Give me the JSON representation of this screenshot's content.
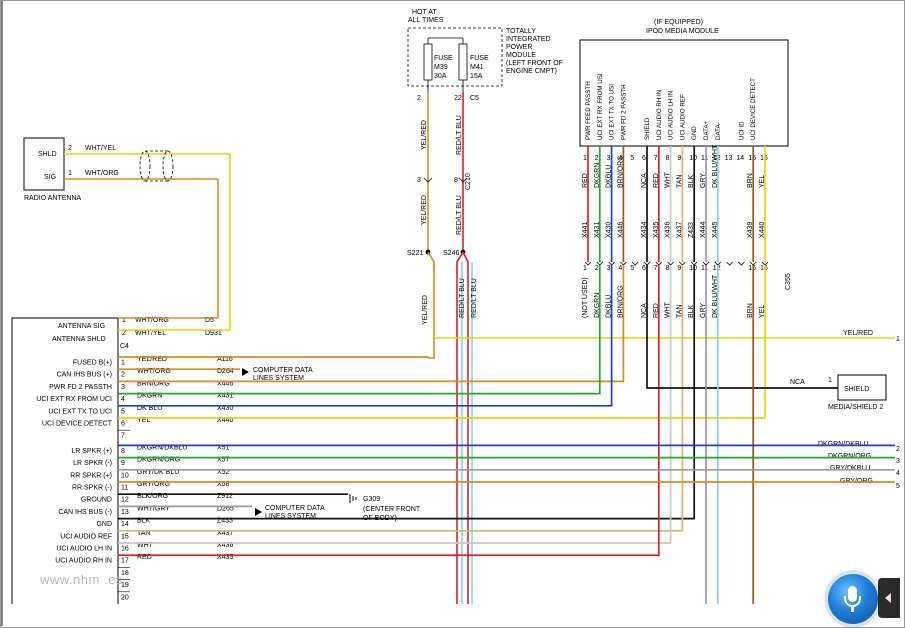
{
  "hotat": {
    "line1": "HOT AT",
    "line2": "ALL TIMES"
  },
  "tipm": {
    "title_lines": [
      "TOTALLY",
      "INTEGRATED",
      "POWER",
      "MODULE",
      "(LEFT FRONT OF",
      "ENGINE CMPT)"
    ],
    "fuse1": [
      "FUSE",
      "M39",
      "30A"
    ],
    "fuse2": [
      "FUSE",
      "M41",
      "15A"
    ],
    "pin1": "2",
    "pin2": "22",
    "conn": "C5"
  },
  "c210": {
    "pin1": "3",
    "pin2": "8",
    "label": "C210"
  },
  "splices": {
    "s1": "S221",
    "s2": "S246"
  },
  "vertical_labels": {
    "upper_left": "YEL/RED",
    "upper_right": "RED/LT BLU",
    "mid_left": "YEL/RED",
    "mid_right": "RED/LT BLU",
    "lower_left": "YEL/RED",
    "lower_right_a": "RED/LT BLU",
    "lower_right_b": "RED/LT BLU"
  },
  "antenna": {
    "shld": "SHLD",
    "sig": "SIG",
    "pin2": "2",
    "pin1": "1",
    "wire_top": "WHT/YEL",
    "wire_bottom": "WHT/ORG",
    "label": "RADIO ANTENNA"
  },
  "ipod": {
    "header1": "(IF EQUIPPED)",
    "header2": "IPOD MEDIA MODULE",
    "pins": [
      {
        "num": "1",
        "func": "PWR FEED PASSTH",
        "wire": "RED",
        "circuit": "X441",
        "pin_b": "1",
        "low_label": "(NOT USED)"
      },
      {
        "num": "2",
        "func": "UCI EXT RX FROM USI",
        "wire": "DKGRN",
        "circuit": "X431",
        "pin_b": "2",
        "low_label": "DKGRN"
      },
      {
        "num": "3",
        "func": "UCI EXT TX TO USI",
        "wire": "DKBLU",
        "circuit": "X430",
        "pin_b": "3",
        "low_label": "DKBLU"
      },
      {
        "num": "4",
        "func": "PWR FD 2 PASSTH",
        "wire": "BRN/ORG",
        "circuit": "X446",
        "pin_b": "4",
        "low_label": "BRN/ORG"
      },
      {
        "num": "5",
        "func": "",
        "wire": "",
        "circuit": "",
        "pin_b": "5",
        "low_label": ""
      },
      {
        "num": "6",
        "func": "SHIELD",
        "wire": "NCA",
        "circuit": "X434",
        "pin_b": "6",
        "low_label": "NCA"
      },
      {
        "num": "7",
        "func": "UCI AUDIO RH IN",
        "wire": "RED",
        "circuit": "X435",
        "pin_b": "7",
        "low_label": "RED"
      },
      {
        "num": "8",
        "func": "UCI AUDIO LH IN",
        "wire": "WHT",
        "circuit": "X436",
        "pin_b": "8",
        "low_label": "WHT"
      },
      {
        "num": "9",
        "func": "UCI AUDIO REF",
        "wire": "TAN",
        "circuit": "X437",
        "pin_b": "9",
        "low_label": "TAN"
      },
      {
        "num": "10",
        "func": "GND",
        "wire": "BLK",
        "circuit": "Z433",
        "pin_b": "10",
        "low_label": "BLK"
      },
      {
        "num": "11",
        "func": "DATA+",
        "wire": "GRY",
        "circuit": "X444",
        "pin_b": "11",
        "low_label": "GRY"
      },
      {
        "num": "12",
        "func": "DATA-",
        "wire": "DK BLU/WHT",
        "circuit": "X445",
        "pin_b": "12",
        "low_label": "DK BLU/WHT"
      },
      {
        "num": "13",
        "func": "",
        "wire": "",
        "circuit": "",
        "pin_b": "",
        "low_label": ""
      },
      {
        "num": "14",
        "func": "UCI ID",
        "wire": "",
        "circuit": "",
        "pin_b": "",
        "low_label": ""
      },
      {
        "num": "15",
        "func": "UCI DEVICE DETECT",
        "wire": "BRN",
        "circuit": "X439",
        "pin_b": "15",
        "low_label": "BRN"
      },
      {
        "num": "16",
        "func": "",
        "wire": "YEL",
        "circuit": "X440",
        "pin_b": "16",
        "low_label": "YEL"
      }
    ],
    "conn_label": "C355"
  },
  "radio": {
    "c4_label": "C4",
    "c4_rows": [
      {
        "func": "ANTENNA SIG",
        "pin": "1",
        "wire": "WHT/ORG",
        "circuit": "D5"
      },
      {
        "func": "ANTENNA SHLD",
        "pin": "2",
        "wire": "WHT/YEL",
        "circuit": "D931"
      }
    ],
    "rows": [
      {
        "func": "FUSED B(+)",
        "pin": "1",
        "wire": "YEL/RED",
        "circuit": "A116"
      },
      {
        "func": "CAN IHS BUS (+)",
        "pin": "2",
        "wire": "WHT/ORG",
        "circuit": "D264"
      },
      {
        "func": "PWR FD 2 PASSTH",
        "pin": "3",
        "wire": "BRN/ORG",
        "circuit": "X446"
      },
      {
        "func": "UCI EXT RX FROM UCI",
        "pin": "4",
        "wire": "DKGRN",
        "circuit": "X431"
      },
      {
        "func": "UCI EXT TX TO UCI",
        "pin": "5",
        "wire": "DK BLU",
        "circuit": "X430"
      },
      {
        "func": "UCI DEVICE DETECT",
        "pin": "6",
        "wire": "YEL",
        "circuit": "X440"
      },
      {
        "func": "",
        "pin": "7",
        "wire": "",
        "circuit": ""
      },
      {
        "func": "LR SPKR (+)",
        "pin": "8",
        "wire": "DKGRN/DKBLU",
        "circuit": "X51"
      },
      {
        "func": "LR SPKR (-)",
        "pin": "9",
        "wire": "DKGRN/ORG",
        "circuit": "X57"
      },
      {
        "func": "RR SPKR (+)",
        "pin": "10",
        "wire": "GRY/DK BLU",
        "circuit": "X52"
      },
      {
        "func": "RR SPKR (-)",
        "pin": "11",
        "wire": "GRY/ORG",
        "circuit": "X58"
      },
      {
        "func": "GROUND",
        "pin": "12",
        "wire": "BLK/ORG",
        "circuit": "Z912"
      },
      {
        "func": "CAN IHS BUS (-)",
        "pin": "13",
        "wire": "WHT/GRY",
        "circuit": "D265"
      },
      {
        "func": "GND",
        "pin": "14",
        "wire": "BLK",
        "circuit": "Z433"
      },
      {
        "func": "UCI AUDIO REF",
        "pin": "15",
        "wire": "TAN",
        "circuit": "X437"
      },
      {
        "func": "UCI AUDIO LH IN",
        "pin": "16",
        "wire": "WHT",
        "circuit": "X436"
      },
      {
        "func": "UCI AUDIO RH IN",
        "pin": "17",
        "wire": "RED",
        "circuit": "X435"
      },
      {
        "func": "",
        "pin": "18",
        "wire": "",
        "circuit": ""
      },
      {
        "func": "",
        "pin": "19",
        "wire": "",
        "circuit": ""
      },
      {
        "func": "",
        "pin": "20",
        "wire": "",
        "circuit": ""
      }
    ]
  },
  "computer_data": {
    "line1": "COMPUTER DATA",
    "line2": "LINES SYSTEM"
  },
  "ground": {
    "id": "G309",
    "line1": "(CENTER FRONT",
    "line2": "OF BODY)"
  },
  "right_outputs": [
    {
      "wire": "YEL/RED",
      "ref": "1"
    },
    {
      "wire": "DKGRN/DKBLU",
      "ref": "2"
    },
    {
      "wire": "DKGRN/ORG",
      "ref": "3"
    },
    {
      "wire": "GRY/DKBLU",
      "ref": "4"
    },
    {
      "wire": "GRY/ORG",
      "ref": "5"
    }
  ],
  "shield_box": {
    "pin": "1",
    "label": "SHIELD",
    "caption": "MEDIA/SHIELD 2",
    "wire": "NCA"
  },
  "watermark": "www.nhm  .es",
  "colors": {
    "yellow": "#e8d400",
    "orange": "#d98c1e",
    "red": "#e02020",
    "green": "#1faa2a",
    "blue": "#1d3fd0",
    "brown": "#a0521e",
    "tan": "#d8b86a",
    "black": "#111111",
    "gray": "#9a9a9a",
    "lightblue": "#7fd5e8",
    "white": "#c8c8c8"
  }
}
